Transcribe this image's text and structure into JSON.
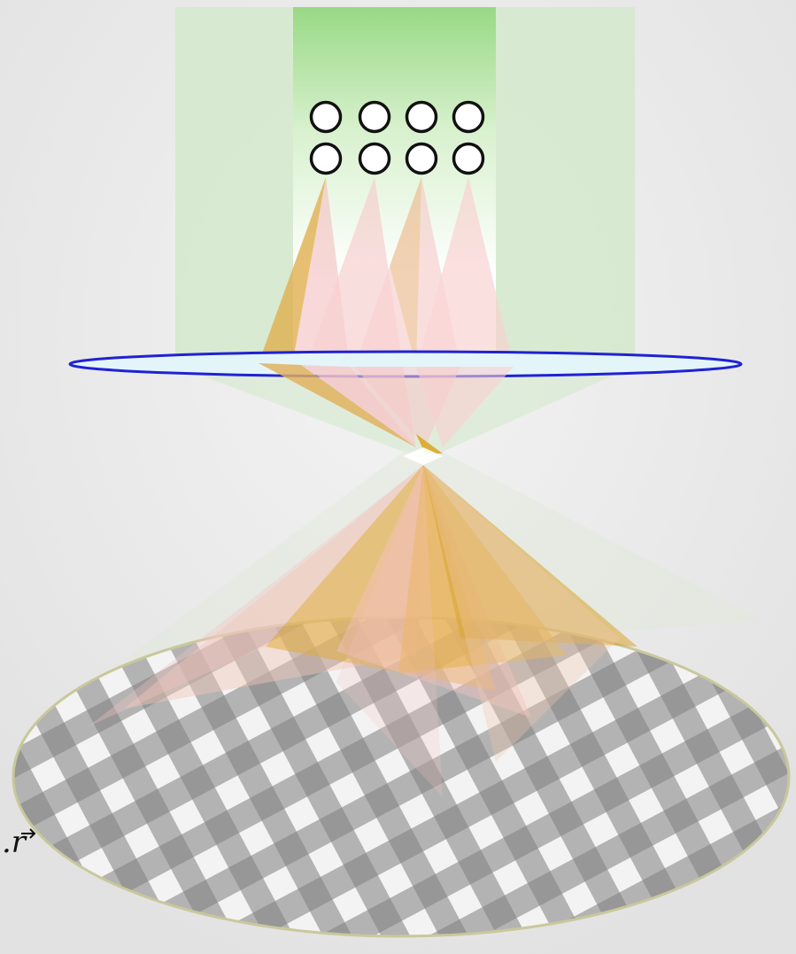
{
  "diagram": {
    "label": ".r",
    "label_has_vector_arrow": true,
    "detectors": {
      "rows": 2,
      "cols": 4
    },
    "colors": {
      "background": "#e9e9e9",
      "illumination": "#9ed98f",
      "outer_beam": "#d8ebd0",
      "cone_pink": "#f7c6c6",
      "cone_gold": "#d9a828",
      "lens_fill": "#e6f6fb",
      "lens_stroke": "#1f1fd6",
      "pattern_dark": "#7a7a7a",
      "pattern_light": "#ffffff",
      "sample_rim": "#c9c9a0"
    }
  }
}
